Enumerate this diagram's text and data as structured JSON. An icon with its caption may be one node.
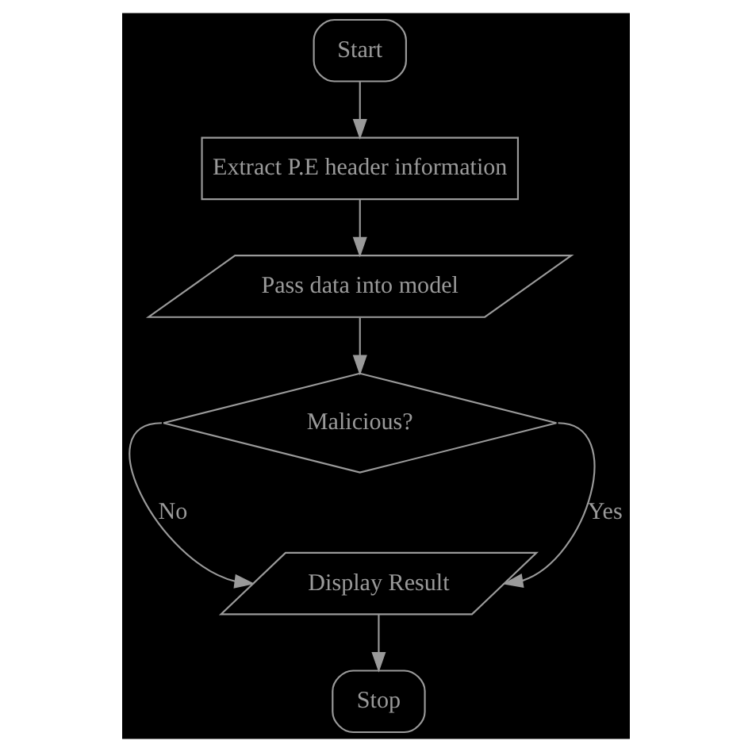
{
  "diagram": {
    "nodes": [
      {
        "text": [
          "Start"
        ]
      },
      {
        "text": [
          "Extract P.E header information"
        ]
      },
      {
        "text": [
          "Pass data into model"
        ]
      },
      {
        "text": [
          "Malicious?"
        ]
      },
      {
        "text": [
          "Display Result"
        ]
      },
      {
        "text": [
          "Stop"
        ]
      }
    ],
    "edges": [
      {
        "from": 0,
        "to": 1,
        "arrow": "to"
      },
      {
        "from": 1,
        "to": 2,
        "arrow": "to"
      },
      {
        "from": 2,
        "to": 3,
        "arrow": "to"
      },
      {
        "from": 3,
        "to": 4,
        "arrow": "to",
        "label": "No"
      },
      {
        "from": 3,
        "to": 4,
        "arrow": "to",
        "label": "Yes"
      },
      {
        "from": 4,
        "to": 5,
        "arrow": "to"
      }
    ]
  }
}
